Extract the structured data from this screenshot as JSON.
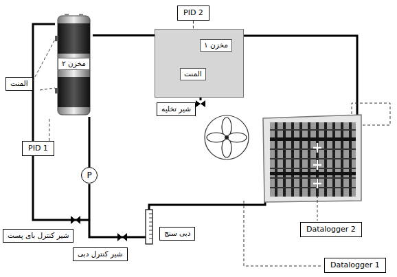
{
  "diagram": {
    "nodes": [
      {
        "text": [
          "PID 2"
        ]
      },
      {
        "text": [
          "مخزن ۱",
          "المنت"
        ]
      },
      {
        "text": [
          "مخزن ۲"
        ]
      },
      {
        "text": [
          "المنت"
        ]
      },
      {
        "text": [
          "شیر تخلیه"
        ]
      },
      {
        "text": [
          "PID 1"
        ]
      },
      {
        "text": [
          "P"
        ]
      },
      {
        "text": [
          "شیر کنترل بای پست"
        ]
      },
      {
        "text": [
          "دبی سنج"
        ]
      },
      {
        "text": [
          "شیر کنترل دبی"
        ]
      },
      {
        "text": [
          "Datalogger 2"
        ]
      },
      {
        "text": [
          "Datalogger 1"
        ]
      }
    ],
    "edges": [
      {
        "from": 0,
        "to": 1,
        "arrow": "none"
      },
      {
        "from": 2,
        "to": 1,
        "arrow": "none"
      },
      {
        "from": 3,
        "to": 2,
        "arrow": "none"
      },
      {
        "from": 5,
        "to": 2,
        "arrow": "none"
      },
      {
        "from": 2,
        "to": 6,
        "arrow": "none"
      }
    ]
  }
}
